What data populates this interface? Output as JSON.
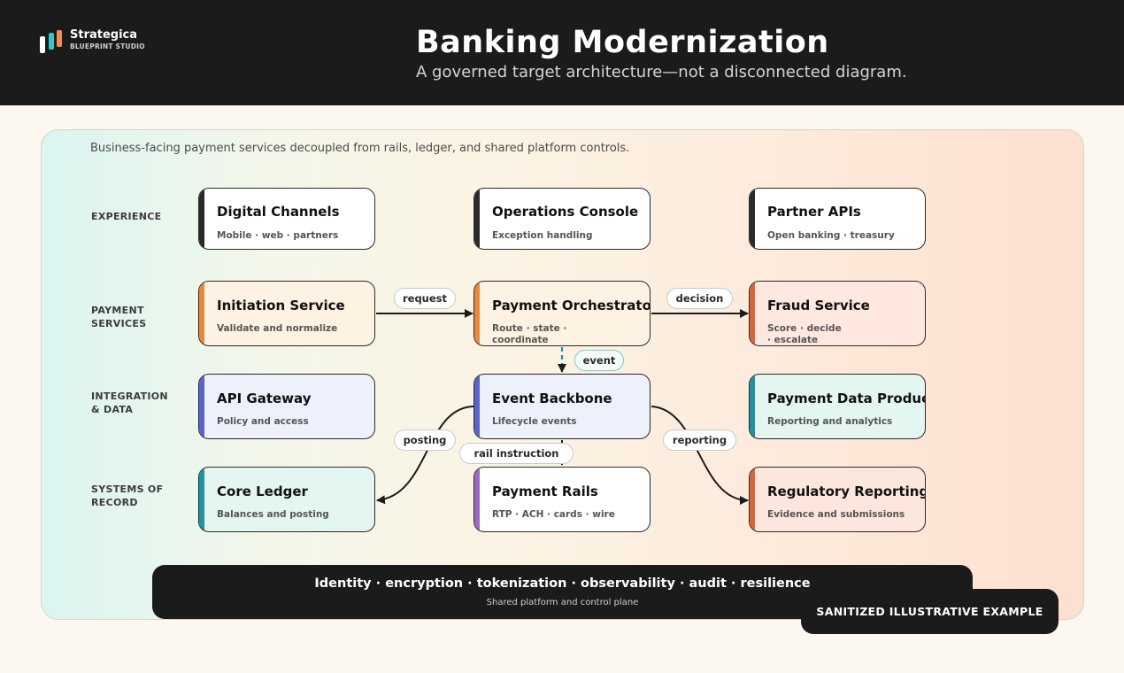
{
  "brand": {
    "name": "Strategica",
    "tagline": "BLUEPRINT STUDIO"
  },
  "header": {
    "title": "Banking Modernization",
    "subtitle": "A governed target architecture—not a disconnected diagram."
  },
  "canvas": {
    "description": "Business-facing payment services decoupled from rails, ledger, and shared platform controls."
  },
  "lanes": {
    "experience": "EXPERIENCE",
    "payment_services": "PAYMENT SERVICES",
    "integration": "INTEGRATION & DATA",
    "systems": "SYSTEMS OF RECORD"
  },
  "nodes": {
    "digital_channels": {
      "title": "Digital Channels",
      "sub": "Mobile · web · partners"
    },
    "ops_console": {
      "title": "Operations Console",
      "sub": "Exception handling"
    },
    "partner_apis": {
      "title": "Partner APIs",
      "sub": "Open banking · treasury"
    },
    "initiation": {
      "title": "Initiation Service",
      "sub": "Validate and normalize"
    },
    "orchestrator": {
      "title": "Payment Orchestrator",
      "sub": "Route · state · coordinate"
    },
    "fraud": {
      "title": "Fraud Service",
      "sub": "Score · decide · escalate"
    },
    "api_gateway": {
      "title": "API Gateway",
      "sub": "Policy and access"
    },
    "event_backbone": {
      "title": "Event Backbone",
      "sub": "Lifecycle events"
    },
    "data_product": {
      "title": "Payment Data Product",
      "sub": "Reporting and analytics"
    },
    "core_ledger": {
      "title": "Core Ledger",
      "sub": "Balances and posting"
    },
    "payment_rails": {
      "title": "Payment Rails",
      "sub": "RTP · ACH · cards · wire"
    },
    "reg_reporting": {
      "title": "Regulatory Reporting",
      "sub": "Evidence and submissions"
    }
  },
  "edges": {
    "request": "request",
    "decision": "decision",
    "event": "event",
    "posting": "posting",
    "rail_instruction": "rail instruction",
    "reporting": "reporting"
  },
  "platform": {
    "title": "Identity · encryption · tokenization · observability · audit · resilience",
    "subtitle": "Shared platform and control plane"
  },
  "badge": "SANITIZED ILLUSTRATIVE EXAMPLE",
  "colors": {
    "header_bg": "#1b1b1b",
    "accent_orange": "#e8893f",
    "accent_blue": "#5a63c8",
    "accent_teal": "#1f93a0",
    "accent_purple": "#9a6bc2",
    "accent_red": "#d9653d",
    "accent_dark": "#2a2a2a"
  }
}
